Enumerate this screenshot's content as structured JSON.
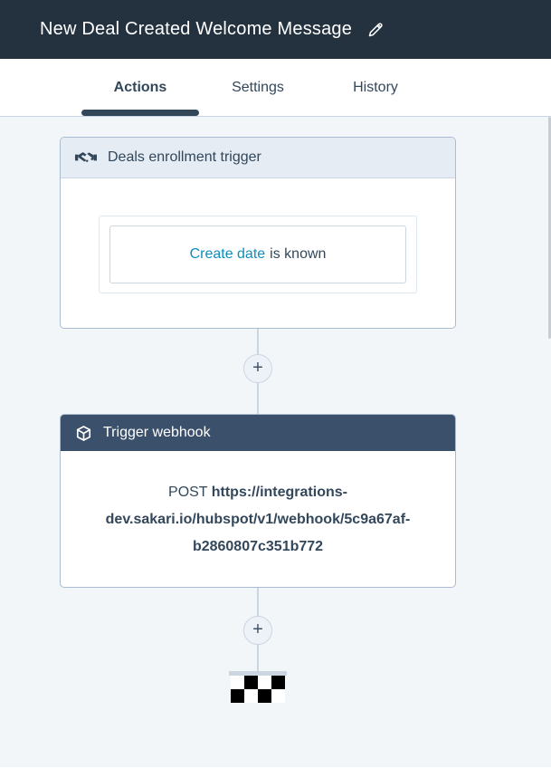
{
  "header": {
    "title": "New Deal Created Welcome Message"
  },
  "tabs": [
    {
      "label": "Actions",
      "active": true
    },
    {
      "label": "Settings",
      "active": false
    },
    {
      "label": "History",
      "active": false
    }
  ],
  "canvas": {
    "add_button_label": "+",
    "trigger_card": {
      "title": "Deals enrollment trigger",
      "condition": {
        "property": "Create date",
        "operator_text": "is known"
      }
    },
    "webhook_card": {
      "title": "Trigger webhook",
      "method": "POST",
      "url": "https://integrations-dev.sakari.io/hubspot/v1/webhook/5c9a67af-b2860807c351b772",
      "url_lines": [
        "https://integrations-",
        "dev.sakari.io/hubspot/v1/webhook/5c9a67af-",
        "b2860807c351b772"
      ]
    }
  },
  "icons": {
    "edit": "pencil-icon",
    "trigger": "handshake-icon",
    "webhook": "cube-icon",
    "add": "plus-icon",
    "end": "checkered-flag-icon"
  },
  "colors": {
    "titlebar_bg": "#243240",
    "webhook_header_bg": "#3b506b",
    "trigger_header_bg": "#e5ecf4",
    "canvas_bg": "#f2f6f9",
    "card_border": "#a9bcd1",
    "connector": "#cbd6e2",
    "text_dark": "#33475b",
    "accent_link": "#0d8fbe"
  }
}
